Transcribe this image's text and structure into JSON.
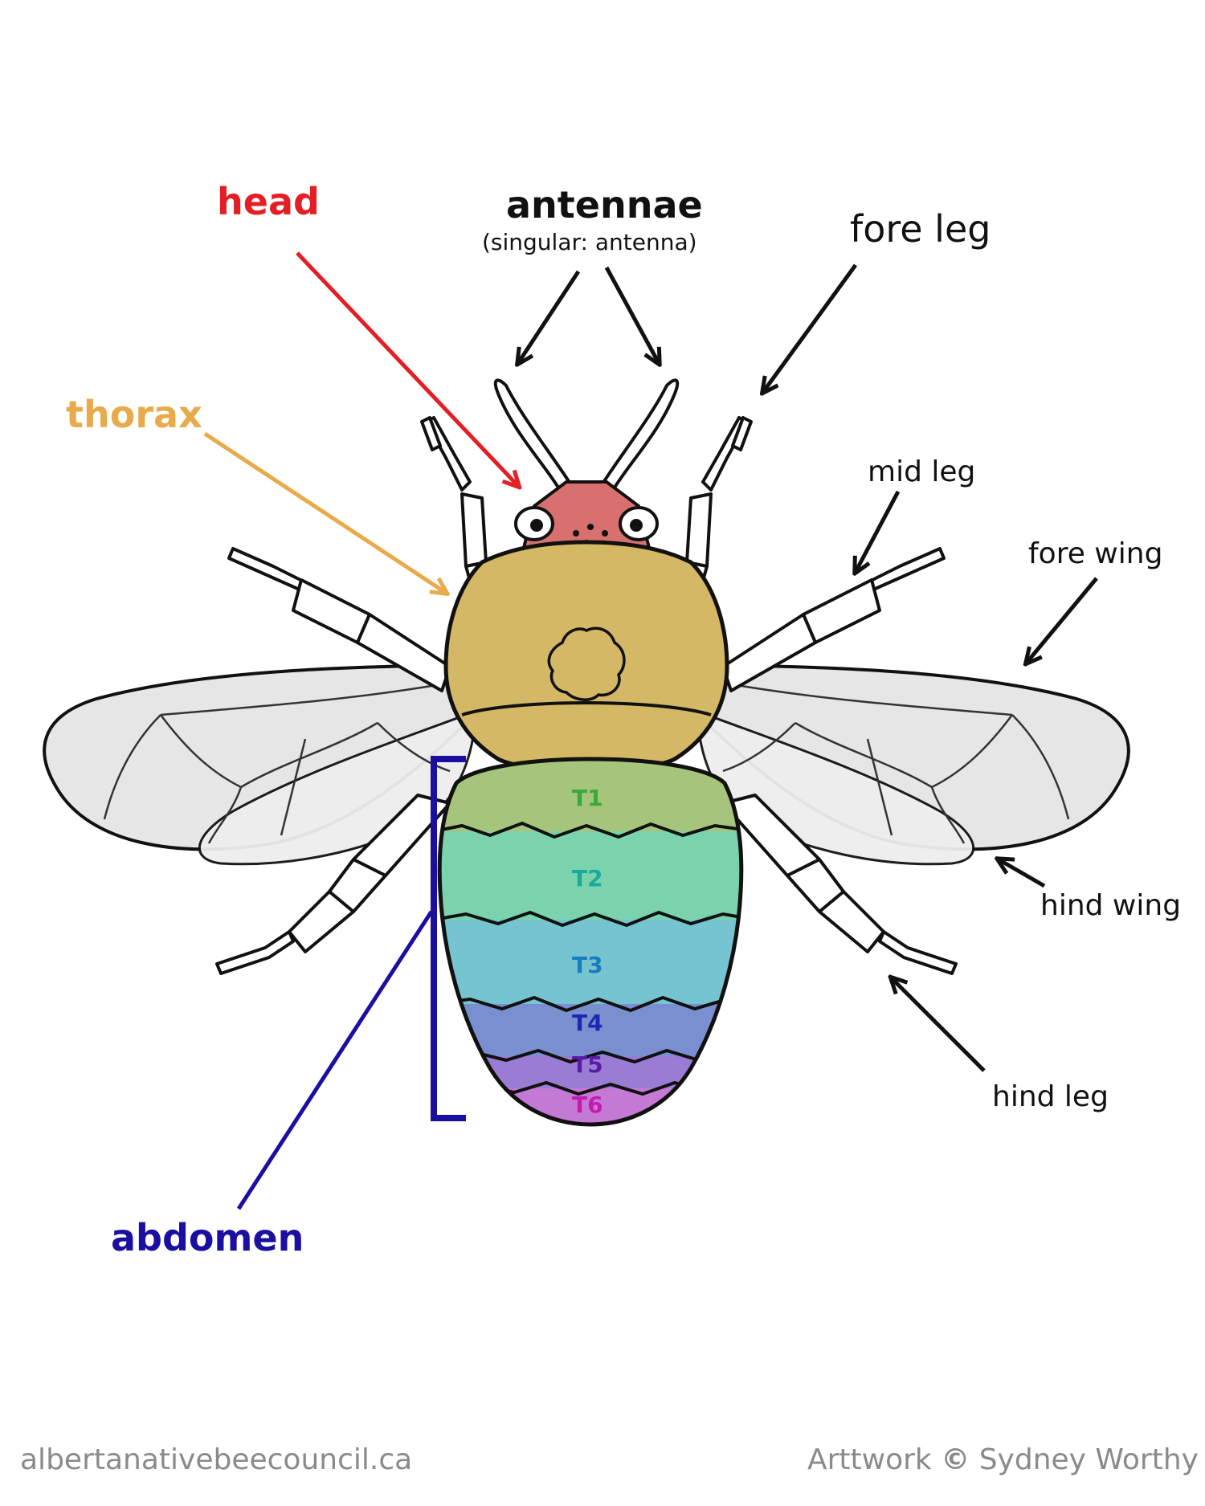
{
  "labels": {
    "head": "head",
    "antennae": "antennae",
    "antennae_note": "(singular: antenna)",
    "fore_leg": "fore leg",
    "thorax": "thorax",
    "mid_leg": "mid leg",
    "fore_wing": "fore wing",
    "hind_wing": "hind wing",
    "hind_leg": "hind leg",
    "abdomen": "abdomen"
  },
  "segments": [
    "T1",
    "T2",
    "T3",
    "T4",
    "T5",
    "T6"
  ],
  "footer": {
    "website": "albertanativebeecouncil.ca",
    "credit_prefix": "Arttwork",
    "copyright_symbol": "©",
    "credit_name": "Sydney Worthy"
  },
  "colors": {
    "head_label": "#e31e24",
    "thorax_label": "#e8aa4a",
    "abdomen_label": "#1a0fa0",
    "head_fill": "#d97070",
    "thorax_fill": "#d4b865",
    "segment_fills": [
      "#a6c47c",
      "#7ad3ad",
      "#76c4d0",
      "#7a8fd0",
      "#9b7cd4",
      "#c47ad4"
    ],
    "segment_text": [
      "#3aa83a",
      "#1aa99a",
      "#1a7cc0",
      "#1a2ab0",
      "#5a1aa8",
      "#c41ab0"
    ],
    "wing_fill": "#e6e6e6",
    "footer_text": "#8a8a8a"
  },
  "icons": [
    "copyright-icon"
  ]
}
